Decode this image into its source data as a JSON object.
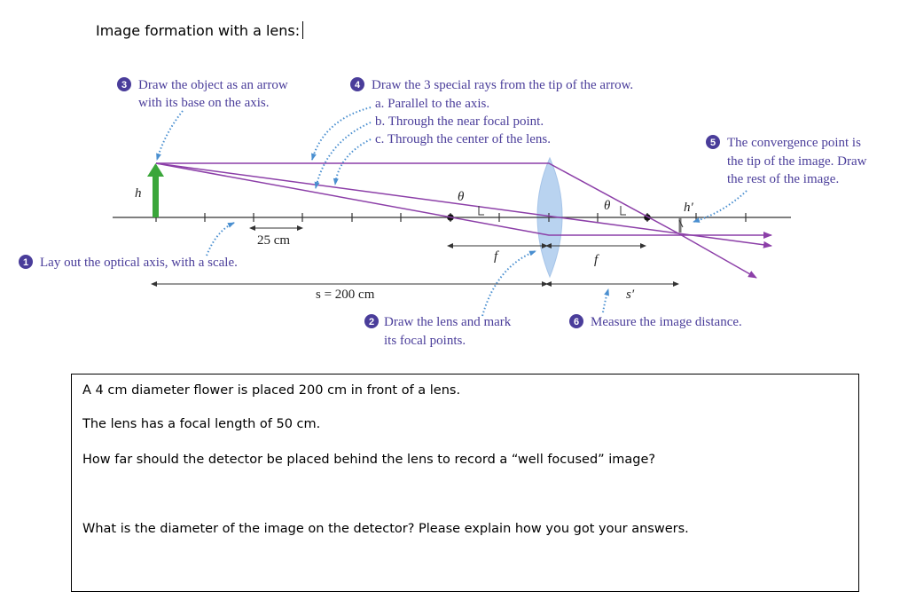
{
  "title": "Image formation with a lens:",
  "steps": {
    "s1": {
      "num": "1",
      "text": "Lay out the optical axis, with a scale."
    },
    "s2": {
      "num": "2",
      "line1": "Draw the lens and mark",
      "line2": "its focal points."
    },
    "s3": {
      "num": "3",
      "line1": "Draw the object as an arrow",
      "line2": "with its base on the axis."
    },
    "s4": {
      "num": "4",
      "line1": "Draw the 3 special rays from the tip of the arrow.",
      "a": "a. Parallel to the axis.",
      "b": "b. Through the near focal point.",
      "c": "c. Through the center of the lens."
    },
    "s5": {
      "num": "5",
      "line1": "The convergence point is",
      "line2": "the tip of the image. Draw",
      "line3": "the rest of the image."
    },
    "s6": {
      "num": "6",
      "text": "Measure the image distance."
    }
  },
  "symbols": {
    "h": "h",
    "h_prime": "h′",
    "theta": "θ",
    "f": "f",
    "s_prime": "s′",
    "s_label": "s = 200 cm",
    "scale": "25 cm"
  },
  "colors": {
    "ray": "#8c3fa8",
    "object": "#3aa63a",
    "lens": "#b9d3f0",
    "label": "#4a3d9a",
    "dots": "#4a8fd0"
  },
  "problem": {
    "p1": "A 4 cm diameter flower is placed 200 cm in front of a lens.",
    "p2": "The lens has a focal length of 50 cm.",
    "p3": "How far should the detector be placed behind the lens to record a “well focused” image?",
    "p4": "What is the diameter of the image on the detector?   Please explain how you got your answers."
  }
}
